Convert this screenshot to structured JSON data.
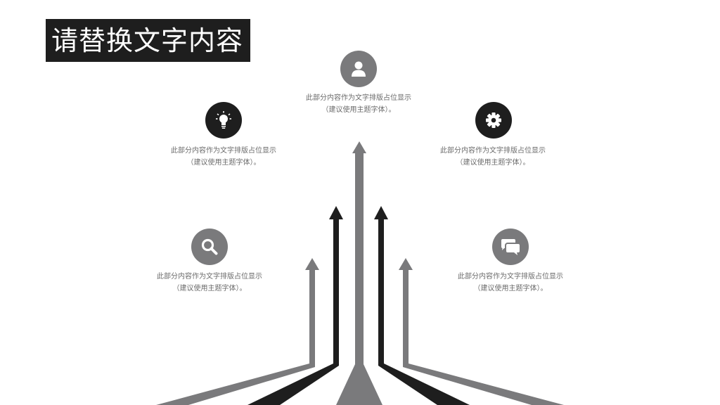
{
  "title": "请替换文字内容",
  "colors": {
    "dark": "#1e1e1e",
    "gray": "#7a7a7c",
    "caption": "#6b6b6b"
  },
  "items": [
    {
      "icon": "user-icon",
      "color": "gray",
      "line1": "此部分内容作为文字排版占位显示",
      "line2": "（建议使用主题字体）。"
    },
    {
      "icon": "lightbulb-icon",
      "color": "dark",
      "line1": "此部分内容作为文字排版占位显示",
      "line2": "（建议使用主题字体）。"
    },
    {
      "icon": "gear-icon",
      "color": "dark",
      "line1": "此部分内容作为文字排版占位显示",
      "line2": "（建议使用主题字体）。"
    },
    {
      "icon": "search-icon",
      "color": "gray",
      "line1": "此部分内容作为文字排版占位显示",
      "line2": "（建议使用主题字体）。"
    },
    {
      "icon": "chat-icon",
      "color": "gray",
      "line1": "此部分内容作为文字排版占位显示",
      "line2": "（建议使用主题字体）。"
    }
  ]
}
